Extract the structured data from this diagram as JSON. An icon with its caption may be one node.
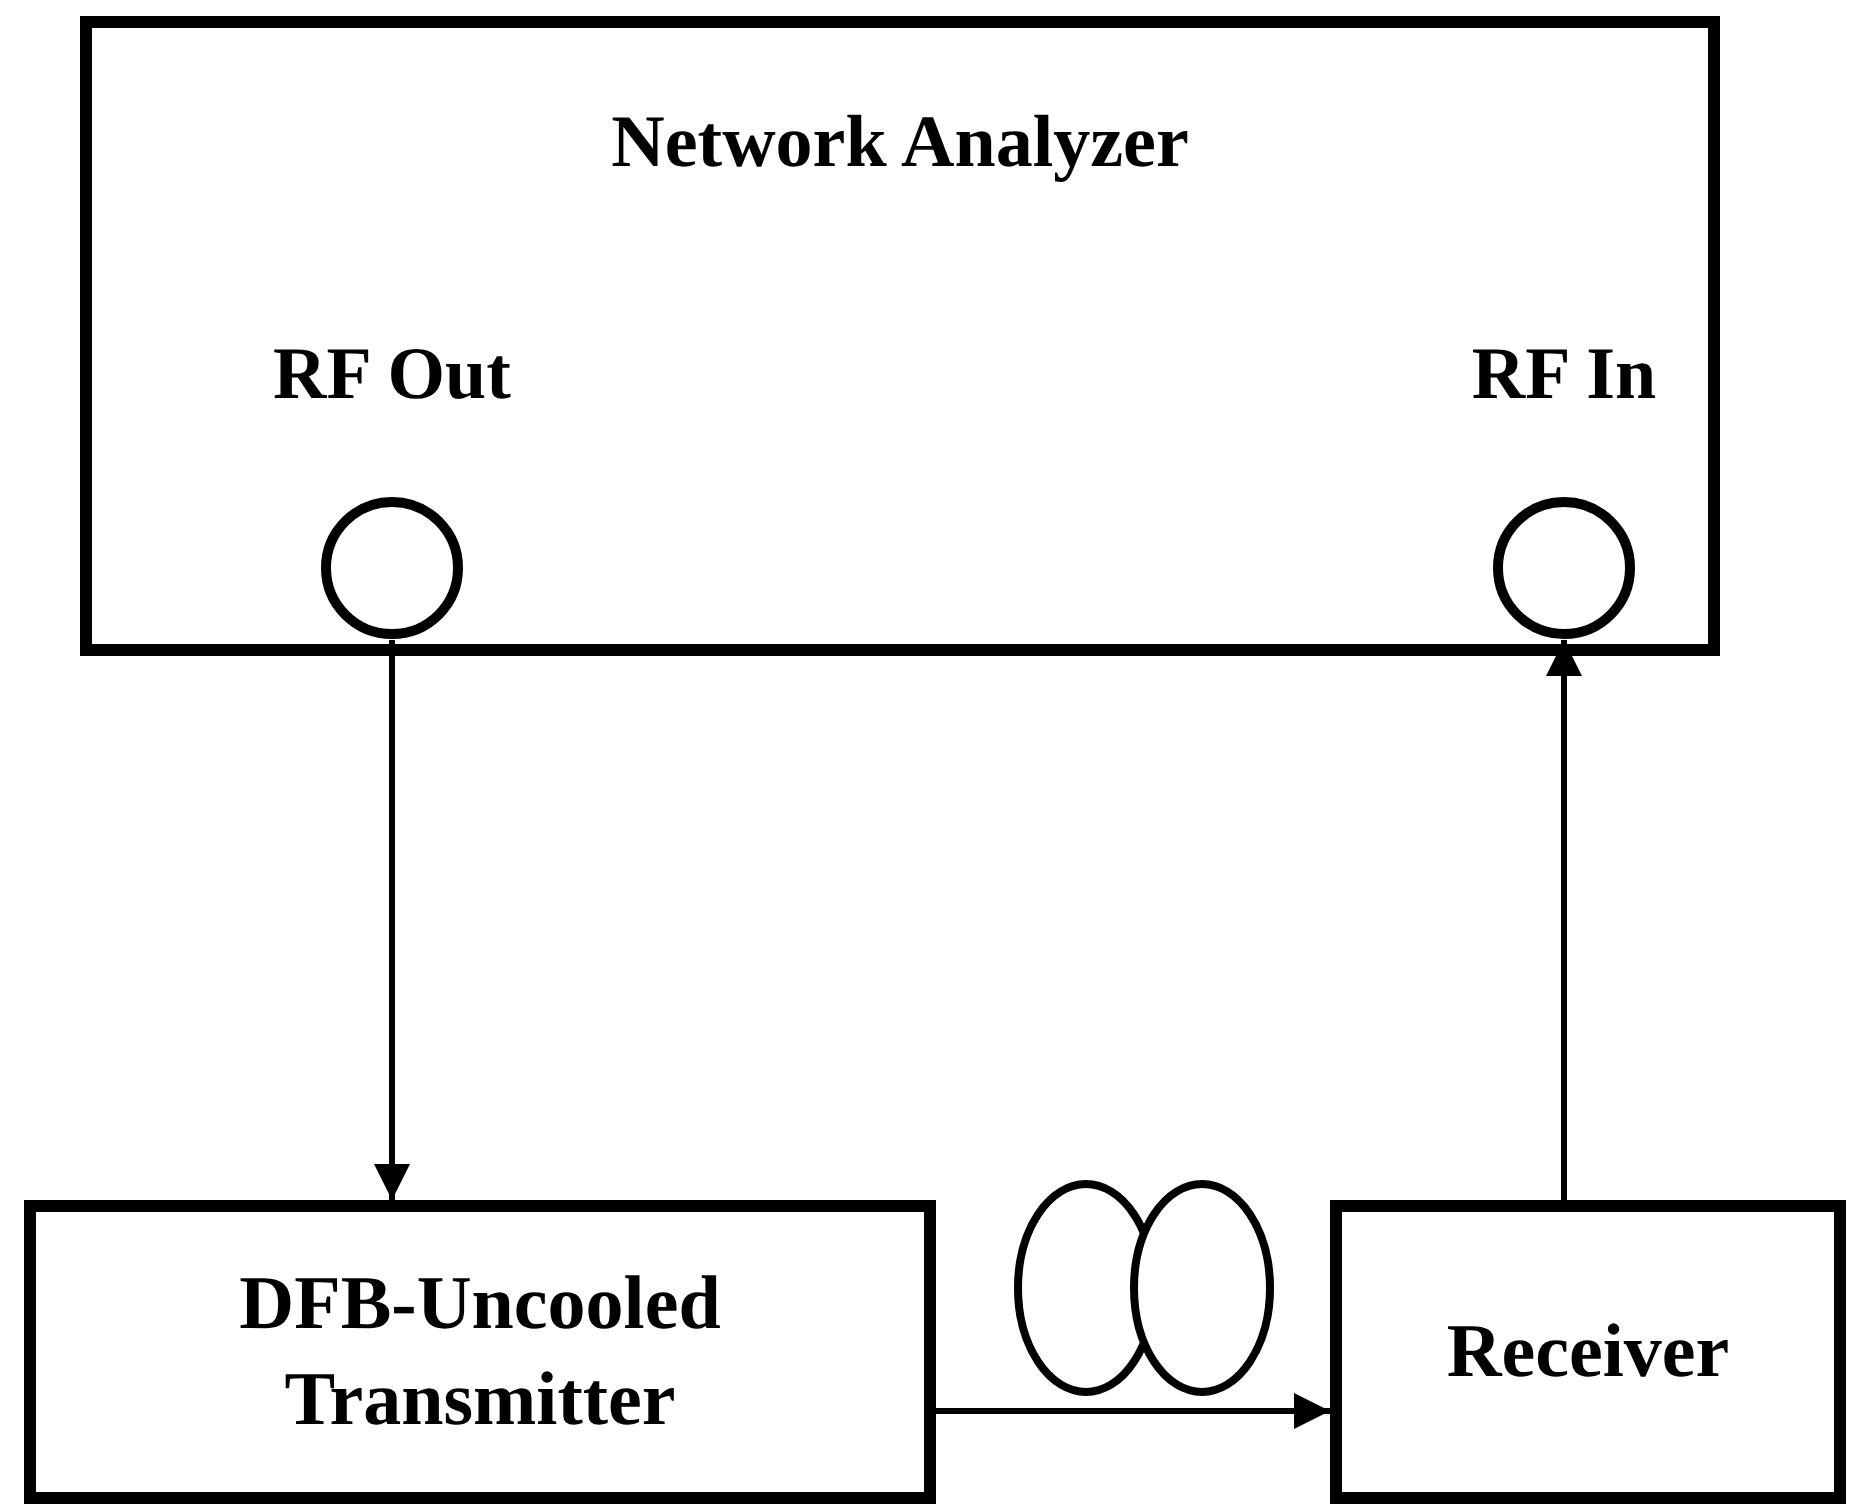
{
  "diagram": {
    "nodes": [
      {
        "text": [
          "Network Analyzer"
        ]
      },
      {
        "text": [
          "RF Out"
        ],
        "in": 0
      },
      {
        "text": [
          "RF In"
        ],
        "in": 0
      },
      {
        "text": [
          "DFB-Uncooled Transmitter"
        ]
      },
      {
        "text": [],
        "shape": "coil"
      },
      {
        "text": [
          "Receiver"
        ]
      }
    ],
    "edges": [
      {
        "from": 1,
        "to": 3,
        "arrow": "to"
      },
      {
        "from": 3,
        "to": 4,
        "arrow": "none"
      },
      {
        "from": 4,
        "to": 5,
        "arrow": "to"
      },
      {
        "from": 5,
        "to": 2,
        "arrow": "to"
      }
    ]
  }
}
